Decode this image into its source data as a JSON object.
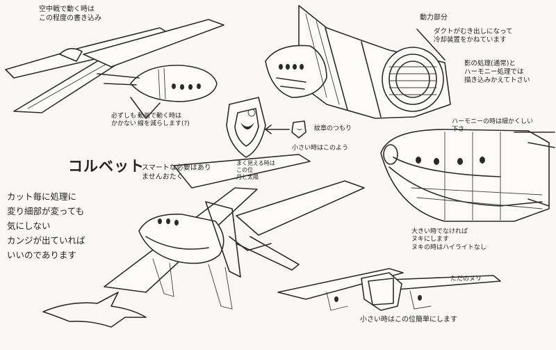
{
  "title": "コルベット",
  "notes": {
    "top_left": "空中戦で動く時は\nこの程度の書き込み",
    "left_mid": "必ずしも\nかかない",
    "under_ship": "動画で動く時は\n線を減らします(?)",
    "smart": "スマートな必要はあり\nませんおたく",
    "left_block": "カット毎に処理に\n変り細部が変っても\n気にしない\nカンジが出ていれば\nいいのであります",
    "emblem_note": "まく見える時は\nこの位\n月と太陽",
    "small_note": "小さい時はこのよう",
    "emblem_label": "紋章のつもり",
    "engine_title": "動力部分",
    "engine_note": "ダクトがむき出しになって\n冷却装置をかねています",
    "shading_note": "影の処理(通常)と\nハーモニー処理では\n描き込みかえてトさい",
    "harmony_note": "ハーモニーの時は細かくしい\n下さ",
    "big_note": "大きい時でなければ\nヌキにします\nヌキの時はハイライトなし",
    "hull_label": "ただのヌリ",
    "bottom_note": "小さい時はこの位簡単にします"
  }
}
